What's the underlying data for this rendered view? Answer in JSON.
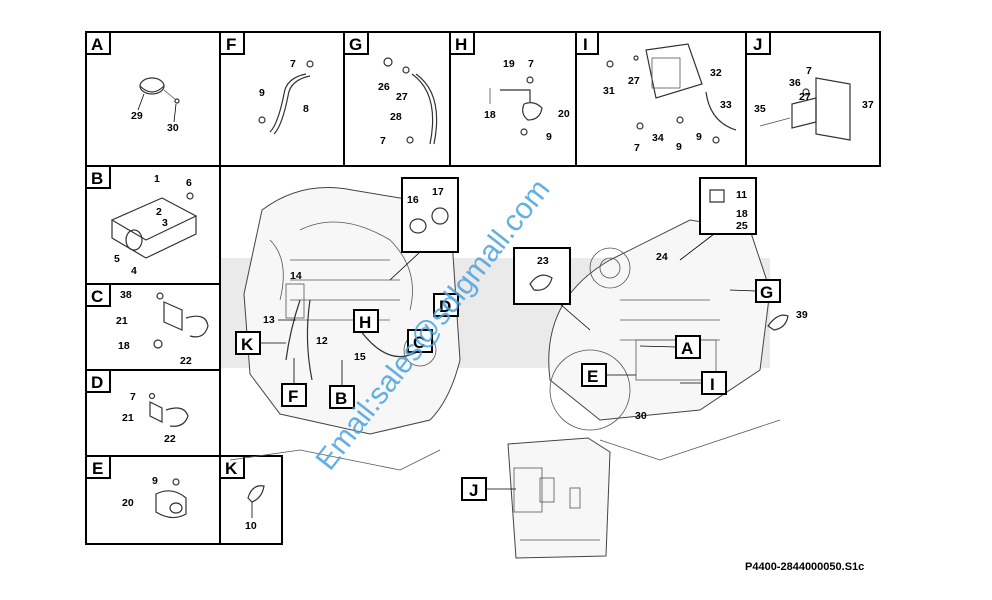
{
  "panels": {
    "A": {
      "label": "A",
      "callouts": [
        "29",
        "30"
      ]
    },
    "F": {
      "label": "F",
      "callouts": [
        "7",
        "9",
        "8"
      ]
    },
    "G": {
      "label": "G",
      "callouts": [
        "26",
        "27",
        "28",
        "7"
      ]
    },
    "H": {
      "label": "H",
      "callouts": [
        "19",
        "7",
        "18",
        "20",
        "9"
      ]
    },
    "I": {
      "label": "I",
      "callouts": [
        "31",
        "27",
        "32",
        "33",
        "34",
        "7",
        "9",
        "9"
      ]
    },
    "J": {
      "label": "J",
      "callouts": [
        "7",
        "36",
        "27",
        "35",
        "37"
      ]
    },
    "B": {
      "label": "B",
      "callouts": [
        "1",
        "6",
        "2",
        "3",
        "5",
        "4"
      ]
    },
    "C": {
      "label": "C",
      "callouts": [
        "38",
        "21",
        "18",
        "22"
      ]
    },
    "D": {
      "label": "D",
      "callouts": [
        "7",
        "21",
        "22"
      ]
    },
    "E": {
      "label": "E",
      "callouts": [
        "9",
        "20"
      ]
    },
    "K": {
      "label": "K",
      "callouts": [
        "10"
      ]
    }
  },
  "left_engine": {
    "tags": [
      "K",
      "F",
      "H",
      "C",
      "D",
      "B"
    ],
    "callouts": [
      "14",
      "13",
      "12",
      "15",
      "16",
      "17"
    ]
  },
  "right_engine": {
    "tags": [
      "G",
      "A",
      "E",
      "I",
      "J"
    ],
    "callouts": [
      "23",
      "24",
      "11",
      "18",
      "25",
      "39",
      "30"
    ]
  },
  "watermark": "Email:sales@sdlgmall.com",
  "drawing_ref": "P4400-2844000050.S1c"
}
